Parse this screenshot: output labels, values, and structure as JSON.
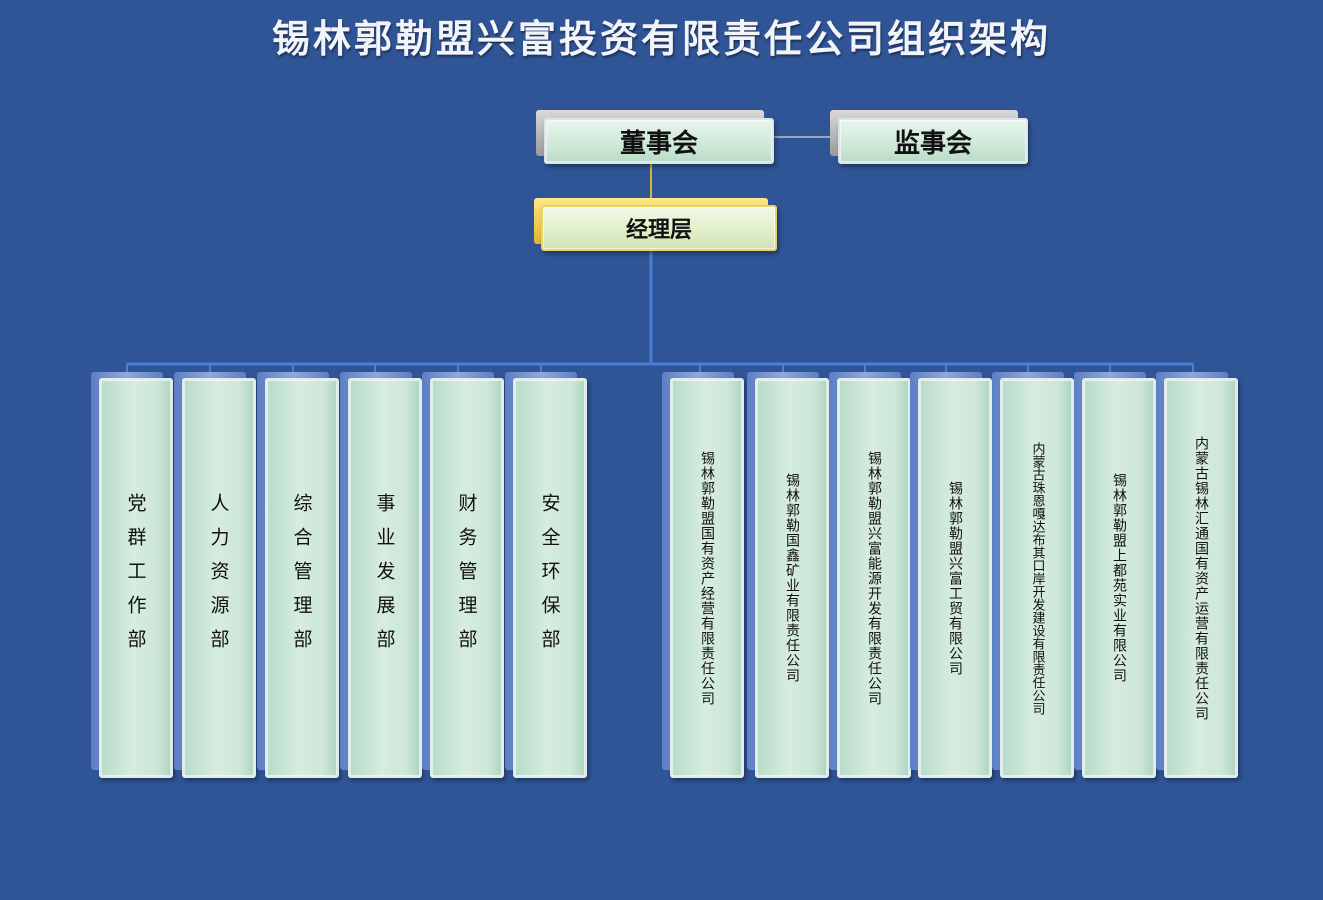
{
  "title": "锡林郭勒盟兴富投资有限责任公司组织架构",
  "board": "董事会",
  "supervisory_board": "监事会",
  "management": "经理层",
  "departments": [
    "党群工作部",
    "人力资源部",
    "综合管理部",
    "事业发展部",
    "财务管理部",
    "安全环保部"
  ],
  "companies": [
    "锡林郭勒盟国有资产经营有限责任公司",
    "锡林郭勒国鑫矿业有限责任公司",
    "锡林郭勒盟兴富能源开发有限责任公司",
    "锡林郭勒盟兴富工贸有限公司",
    "内蒙古珠恩嘎达布其口岸开发建设有限责任公司",
    "锡林郭勒盟上都苑实业有限公司",
    "内蒙古锡林汇通国有资产运营有限责任公司"
  ],
  "colors": {
    "background": "#2f5597",
    "title_text": "#f2f4fa",
    "node_fill": "#cfe8d8",
    "management_accent": "#e1b52a",
    "connector_blue": "#4a7fd4"
  }
}
